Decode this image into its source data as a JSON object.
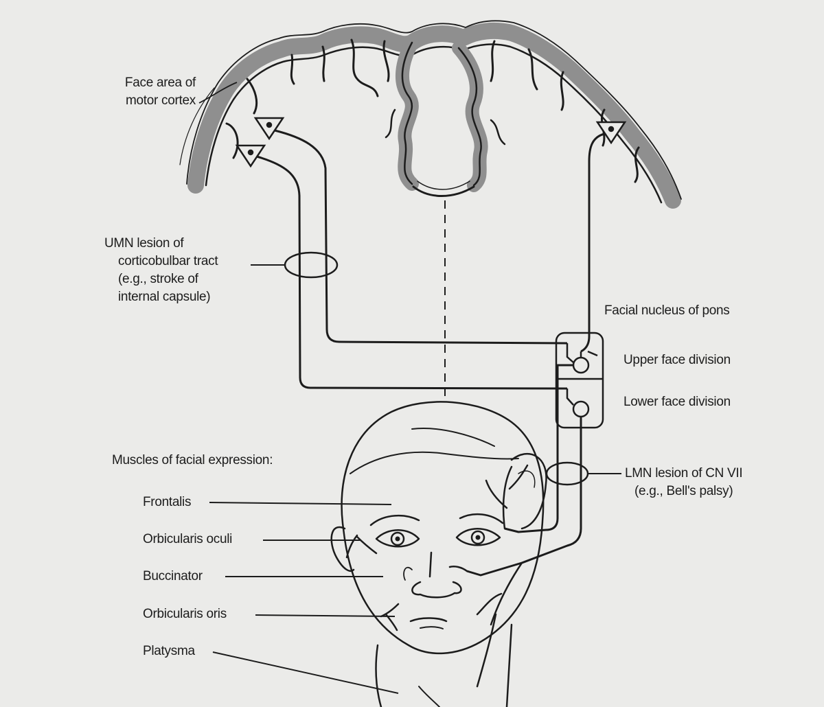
{
  "labels": {
    "face_area": [
      "Face area of",
      "motor cortex"
    ],
    "umn_lesion": [
      "UMN lesion of",
      "corticobulbar tract",
      "(e.g., stroke of",
      "internal capsule)"
    ],
    "facial_nucleus": "Facial nucleus of pons",
    "upper_division": "Upper face division",
    "lower_division": "Lower face division",
    "lmn_lesion": [
      "LMN lesion of CN VII",
      "(e.g., Bell's palsy)"
    ],
    "muscles_heading": "Muscles of facial expression:",
    "muscles": [
      "Frontalis",
      "Orbicularis oculi",
      "Buccinator",
      "Orbicularis oris",
      "Platysma"
    ]
  },
  "colors": {
    "background": "#ebebe9",
    "ink": "#1c1c1c",
    "cortex_gray": "#8e8e8e"
  }
}
